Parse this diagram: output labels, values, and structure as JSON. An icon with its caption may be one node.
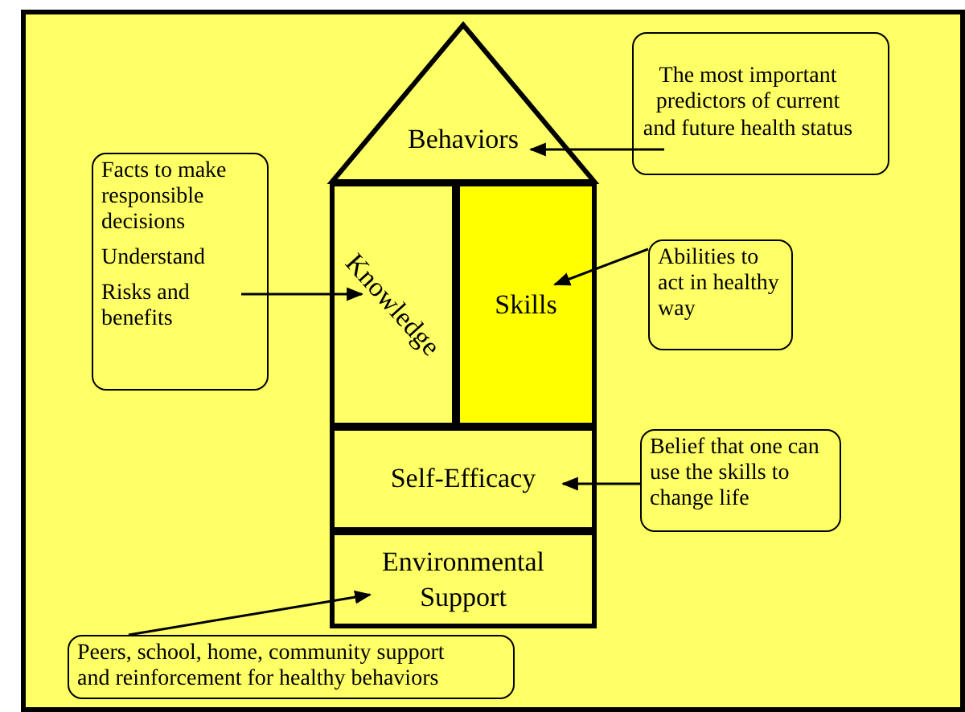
{
  "diagram": {
    "nodes": [
      {
        "text": [
          "Behaviors"
        ]
      },
      {
        "text": [
          "Knowledge"
        ]
      },
      {
        "text": [
          "Skills"
        ]
      },
      {
        "text": [
          "Self-Efficacy"
        ]
      },
      {
        "text": [
          "Environmental Support"
        ]
      },
      {
        "text": [
          "The most important predictors of current and future health status"
        ]
      },
      {
        "text": [
          "Facts to make responsible decisions",
          "Understand",
          "Risks and benefits"
        ]
      },
      {
        "text": [
          "Abilities to act in healthy way"
        ]
      },
      {
        "text": [
          "Belief that one can use the skills to change life"
        ]
      },
      {
        "text": [
          "Peers, school, home, community support and reinforcement for healthy behaviors"
        ]
      }
    ],
    "edges": [
      {
        "from": 5,
        "to": 0,
        "arrow": "to"
      },
      {
        "from": 6,
        "to": 1,
        "arrow": "to"
      },
      {
        "from": 7,
        "to": 2,
        "arrow": "to"
      },
      {
        "from": 8,
        "to": 3,
        "arrow": "to"
      },
      {
        "from": 9,
        "to": 4,
        "arrow": "to"
      }
    ]
  }
}
